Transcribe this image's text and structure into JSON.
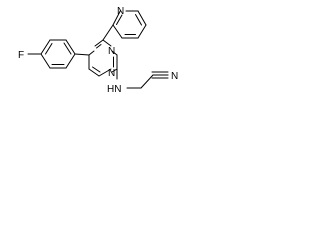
{
  "molecule": {
    "atoms": {
      "fluorine": "F",
      "pyridine_n": "N",
      "pyrimidine_n_upper": "N",
      "pyrimidine_n_lower": "N",
      "amine": "HN",
      "nitrile_n": "N"
    }
  }
}
